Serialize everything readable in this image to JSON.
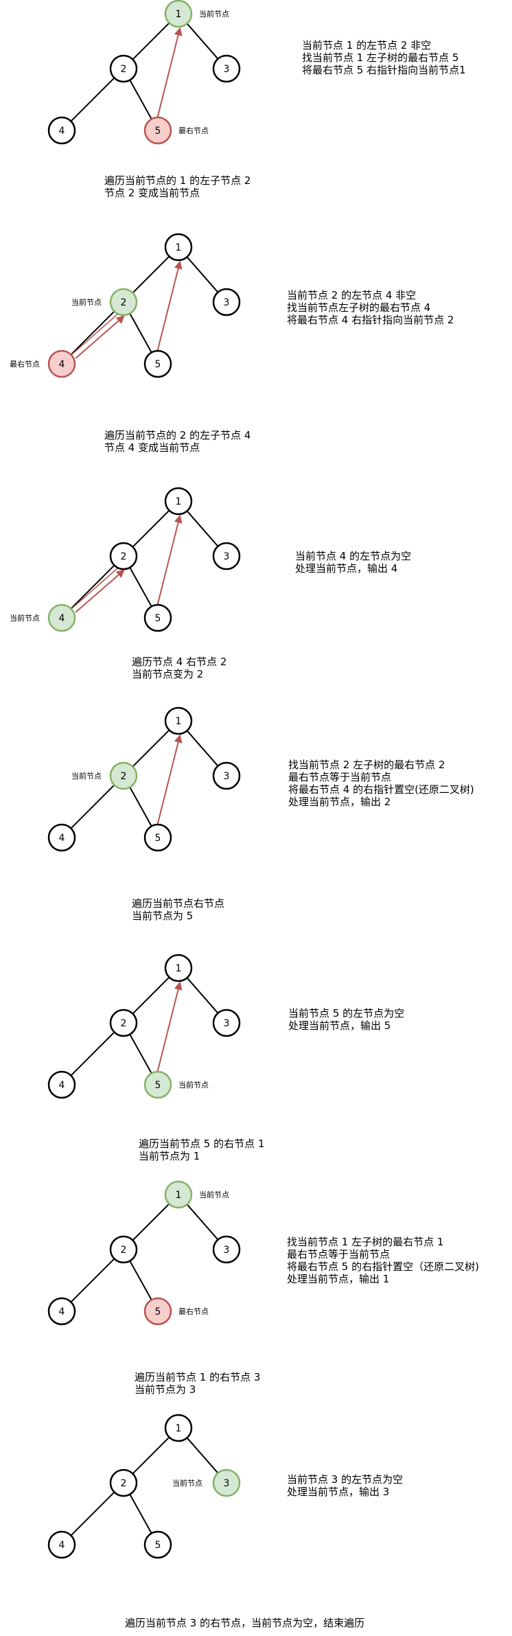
{
  "labels": {
    "current": "当前节点",
    "rightmost": "最右节点"
  },
  "colors": {
    "edge": "#000000",
    "node_fill": "#ffffff",
    "current_fill": "#d5e8d4",
    "current_stroke": "#82b366",
    "rightmost_fill": "#f8cecc",
    "rightmost_stroke": "#b85450",
    "arrow": "#b85450"
  },
  "tree": {
    "nodes": [
      "1",
      "2",
      "3",
      "4",
      "5"
    ],
    "edges": [
      [
        "1",
        "2"
      ],
      [
        "1",
        "3"
      ],
      [
        "2",
        "4"
      ],
      [
        "2",
        "5"
      ]
    ]
  },
  "steps": [
    {
      "current": "1",
      "rightmost": "5",
      "threads": [
        [
          "5",
          "1"
        ]
      ],
      "description": [
        "当前节点 1 的左节点 2 非空",
        "找当前节点 1 左子树的最右节点 5",
        "将最右节点 5 右指针指向当前节点1"
      ]
    },
    {
      "current": "2",
      "rightmost": "4",
      "threads": [
        [
          "5",
          "1"
        ],
        [
          "4",
          "2"
        ]
      ],
      "description": [
        "当前节点 2 的左节点 4 非空",
        "找当前节点左子树的最右节点 4",
        "将最右节点 4 右指针指向当前节点 2"
      ]
    },
    {
      "current": "4",
      "rightmost": null,
      "threads": [
        [
          "5",
          "1"
        ],
        [
          "4",
          "2"
        ]
      ],
      "description": [
        "当前节点 4 的左节点为空",
        "处理当前节点，输出 4"
      ]
    },
    {
      "current": "2",
      "rightmost": null,
      "threads": [
        [
          "5",
          "1"
        ]
      ],
      "description": [
        "找当前节点 2 左子树的最右节点 2",
        "最右节点等于当前节点",
        "将最右节点 4 的右指针置空(还原二叉树)",
        "处理当前节点，输出 2"
      ]
    },
    {
      "current": "5",
      "rightmost": null,
      "threads": [
        [
          "5",
          "1"
        ]
      ],
      "description": [
        "当前节点 5 的左节点为空",
        "处理当前节点，输出 5"
      ]
    },
    {
      "current": "1",
      "rightmost": "5",
      "threads": [],
      "description": [
        "找当前节点 1 左子树的最右节点 1",
        "最右节点等于当前节点",
        "将最右节点 5 的右指针置空（还原二叉树)",
        "处理当前节点，输出 1"
      ]
    },
    {
      "current": "3",
      "rightmost": null,
      "threads": [],
      "description": [
        "当前节点 3 的左节点为空",
        "处理当前节点，输出 3"
      ]
    }
  ],
  "transitions": [
    [
      "遍历当前节点的 1 的左子节点 2",
      "节点 2 变成当前节点"
    ],
    [
      "遍历当前节点的 2 的左子节点 4",
      "节点 4 变成当前节点"
    ],
    [
      "遍历节点 4 右节点 2",
      "当前节点变为 2"
    ],
    [
      "遍历当前节点右节点",
      "当前节点为 5"
    ],
    [
      "遍历当前节点 5 的右节点 1",
      "当前节点为 1"
    ],
    [
      "遍历当前节点 1 的右节点 3",
      "当前节点为 3"
    ],
    [
      "遍历当前节点 3 的右节点，当前节点为空，结束遍历"
    ]
  ]
}
